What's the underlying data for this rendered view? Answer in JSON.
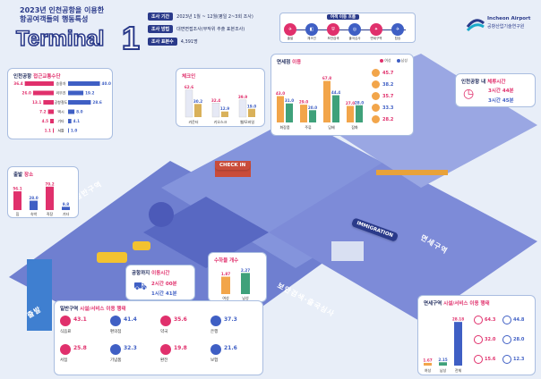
{
  "header": {
    "subtitle_line1": "2023년 인천공항을 이용한",
    "subtitle_line2": "항공여객들의 행동특성",
    "title": "Terminal",
    "number": "1"
  },
  "survey": [
    {
      "key": "조사 기간",
      "value": "2023년 1월 ~ 12월(평일 2~3회 조사)"
    },
    {
      "key": "조사 방법",
      "value": "대면면접조사(무작위 추출 표본조사)"
    },
    {
      "key": "조사 표본수",
      "value": "4,391명"
    }
  ],
  "logo": {
    "line1": "Incheon Airport",
    "line2": "공항산업기술연구원"
  },
  "flow": {
    "title": "여객 이동 흐름",
    "steps": [
      "출발",
      "체크인",
      "보안검색",
      "출국심사",
      "면세구역",
      "탑승"
    ]
  },
  "legend": {
    "female": "여성",
    "male": "남성",
    "color_female": "#e0306c",
    "color_male": "#3f5fc4"
  },
  "panels": {
    "access": {
      "title": "인천공항",
      "title_b": "접근교통수단",
      "rows": [
        {
          "label": "승용차",
          "f": 36.4,
          "m": 40.0
        },
        {
          "label": "리무진",
          "f": 26.0,
          "m": 19.2
        },
        {
          "label": "공항철도",
          "f": 13.1,
          "m": 28.6
        },
        {
          "label": "택시",
          "f": 7.2,
          "m": 8.0
        },
        {
          "label": "기타",
          "f": 4.5,
          "m": 4.1
        },
        {
          "label": "셔틀",
          "f": 1.1,
          "m": 1.0
        }
      ]
    },
    "checkin": {
      "title": "체크인",
      "bars": [
        {
          "label": "카운터",
          "f": 62.6,
          "m": 30.2
        },
        {
          "label": "키오스크",
          "f": 32.4,
          "m": 12.9
        },
        {
          "label": "웹/모바일",
          "f": 39.9,
          "m": 19.0
        }
      ]
    },
    "departure": {
      "title": "출발",
      "title_b": "장소",
      "bars": [
        {
          "label": "집",
          "v": 56.1
        },
        {
          "label": "숙박",
          "v": 28.0
        },
        {
          "label": "직장",
          "v": 70.2
        },
        {
          "label": "기타",
          "v": 9.8
        }
      ]
    },
    "duty": {
      "title": "면세점",
      "title_b": "이용",
      "bars": [
        {
          "label": "화장품",
          "f": 43.0,
          "m": 31.0
        },
        {
          "label": "주류",
          "f": 29.0,
          "m": 20.0
        },
        {
          "label": "담배",
          "f": 67.8,
          "m": 44.4
        },
        {
          "label": "잡화",
          "f": 27.0,
          "m": 28.0
        }
      ],
      "list": [
        "45.7",
        "38.2",
        "35.7",
        "33.3",
        "28.2"
      ]
    },
    "dwell": {
      "title": "인천공항 내",
      "title_b": "체류시간",
      "female": "3시간 44분",
      "male": "3시간 45분"
    },
    "airport_time": {
      "title": "공항까지",
      "title_b": "이동시간",
      "female": "2시간 00분",
      "male": "1시간 41분"
    },
    "arrival_gate": {
      "title": "수하물 개수",
      "bars": [
        {
          "label": "여성",
          "v": 1.87
        },
        {
          "label": "남성",
          "v": 2.27
        }
      ]
    },
    "general": {
      "title": "일반구역",
      "title_b": "시설/서비스 이용 행태",
      "items": [
        "43.1",
        "41.4",
        "35.6",
        "37.3",
        "25.8",
        "32.3",
        "19.8",
        "21.6"
      ],
      "labels": [
        "식음료",
        "편의점",
        "약국",
        "은행",
        "서점",
        "기념품",
        "환전",
        "보험"
      ]
    },
    "airside": {
      "title": "면세구역",
      "title_b": "시설/서비스 이용 행태",
      "bars": [
        {
          "label": "여성",
          "v": 1.67
        },
        {
          "label": "남성",
          "v": 2.15
        },
        {
          "label": "전체",
          "v": 28.18
        }
      ],
      "items": [
        "64.3",
        "44.8",
        "32.0",
        "28.0",
        "15.6",
        "12.3"
      ]
    }
  },
  "zones": {
    "general": "일반구역",
    "duty": "면세구역",
    "security": "보안검색·출국심사",
    "depart": "출발"
  },
  "signs": {
    "checkin": "CHECK IN",
    "immigration": "IMMIGRATION",
    "boarding": "탑승"
  }
}
